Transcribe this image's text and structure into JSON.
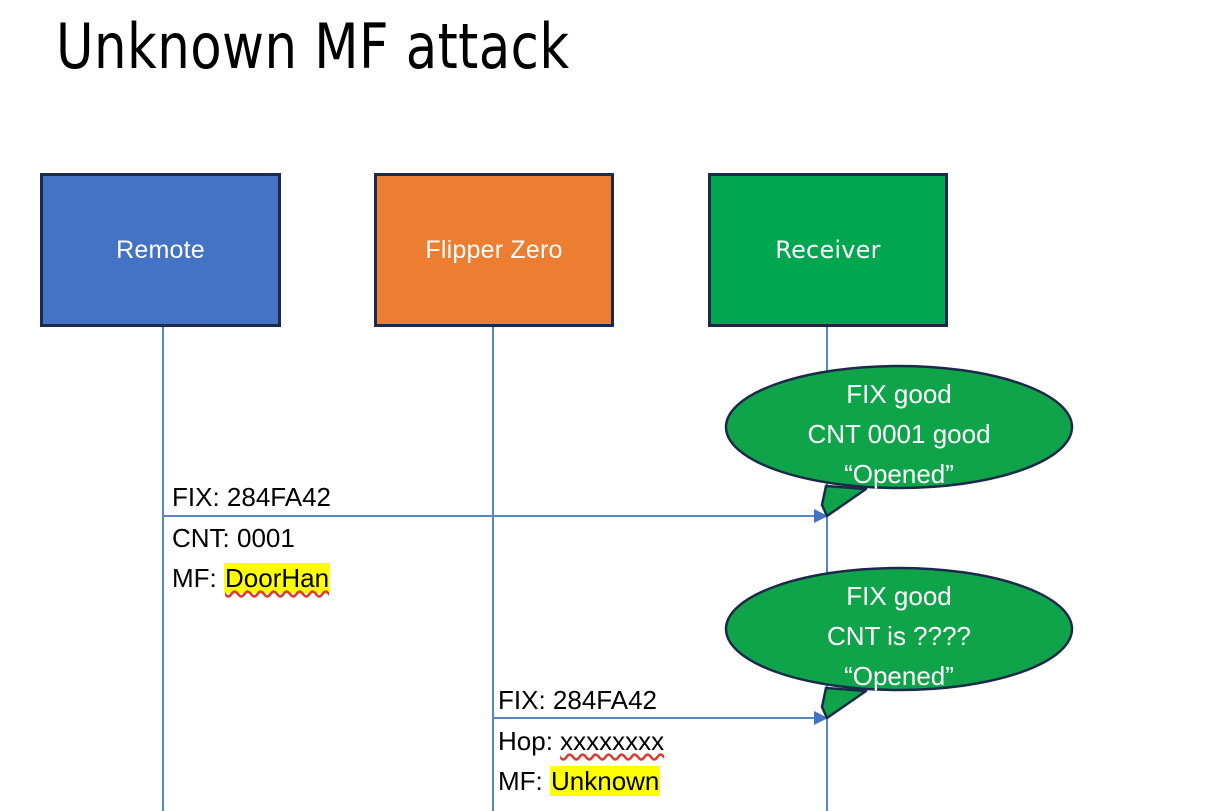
{
  "slide": {
    "title": "Unknown MF attack",
    "background": "#FFFFFF"
  },
  "colors": {
    "remote_fill": "#4472C4",
    "flipper_fill": "#ED7D31",
    "receiver_fill": "#00A650",
    "shape_border": "#1B2A4A",
    "lifeline": "#5B84C4",
    "arrow": "#4472C4",
    "highlight": "#FFFF00",
    "spellcheck_underline": "#E03A2F",
    "callout_fill": "#0FA44A",
    "callout_text": "#FFFFFF"
  },
  "actors": [
    {
      "id": "remote",
      "label": "Remote"
    },
    {
      "id": "flipper",
      "label": "Flipper Zero"
    },
    {
      "id": "receiver",
      "label": "Receiver"
    }
  ],
  "messages": [
    {
      "id": "msg-1",
      "from": "remote",
      "to": "receiver",
      "line1": "FIX: 284FA42",
      "line2_label": "CNT: 0001",
      "line3_label": "MF: ",
      "line3_value": "DoorHan",
      "line3_highlighted": true,
      "line3_spellchecked": true
    },
    {
      "id": "msg-2",
      "from": "flipper",
      "to": "receiver",
      "line1": "FIX: 284FA42",
      "line2_label": "Hop: ",
      "line2_value": "xxxxxxxx",
      "line2_spellchecked": true,
      "line3_label": "MF: ",
      "line3_value": "Unknown",
      "line3_highlighted": true
    }
  ],
  "callouts": [
    {
      "id": "callout-1",
      "line1": "FIX good",
      "line2": "CNT 0001 good",
      "line3": "“Opened”"
    },
    {
      "id": "callout-2",
      "line1": "FIX good",
      "line2": "CNT is ????",
      "line3": "“Opened”"
    }
  ]
}
